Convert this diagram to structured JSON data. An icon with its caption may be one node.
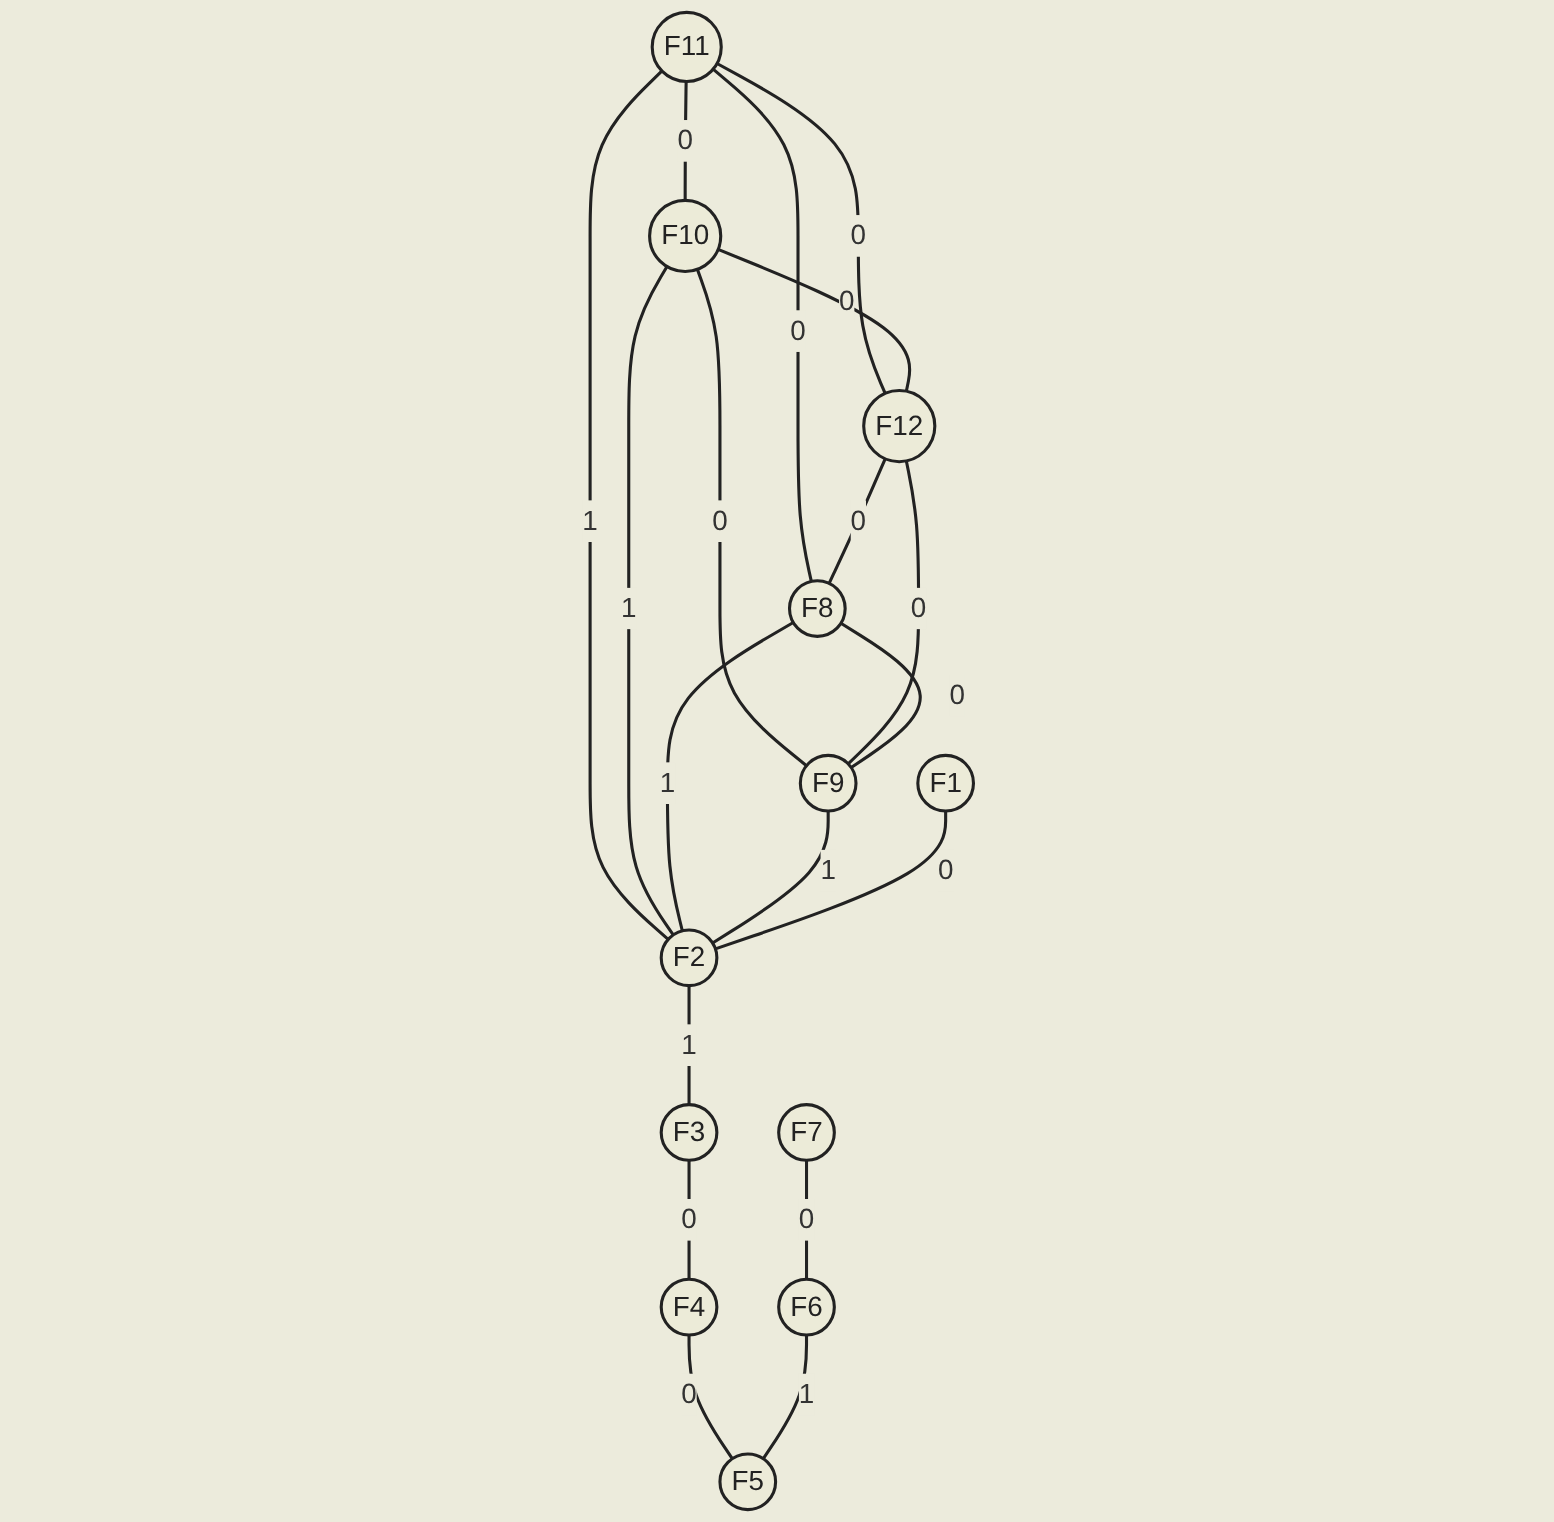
{
  "diagram": {
    "nodes": [
      {
        "text": [
          "F11"
        ]
      },
      {
        "text": [
          "F10"
        ]
      },
      {
        "text": [
          "F12"
        ]
      },
      {
        "text": [
          "F8"
        ]
      },
      {
        "text": [
          "F9"
        ]
      },
      {
        "text": [
          "F1"
        ]
      },
      {
        "text": [
          "F2"
        ]
      },
      {
        "text": [
          "F3"
        ]
      },
      {
        "text": [
          "F4"
        ]
      },
      {
        "text": [
          "F7"
        ]
      },
      {
        "text": [
          "F6"
        ]
      },
      {
        "text": [
          "F5"
        ]
      }
    ],
    "edges": [
      {
        "from": 0,
        "to": 1,
        "arrow": "none",
        "label": "0"
      },
      {
        "from": 0,
        "to": 2,
        "arrow": "none",
        "label": "0"
      },
      {
        "from": 1,
        "to": 2,
        "arrow": "none",
        "label": "0"
      },
      {
        "from": 0,
        "to": 3,
        "arrow": "none",
        "label": "0"
      },
      {
        "from": 1,
        "to": 4,
        "arrow": "none",
        "label": "0"
      },
      {
        "from": 2,
        "to": 3,
        "arrow": "none",
        "label": "0"
      },
      {
        "from": 2,
        "to": 4,
        "arrow": "none",
        "label": "0"
      },
      {
        "from": 3,
        "to": 4,
        "arrow": "none",
        "label": "0"
      },
      {
        "from": 0,
        "to": 6,
        "arrow": "none",
        "label": "1"
      },
      {
        "from": 1,
        "to": 6,
        "arrow": "none",
        "label": "1"
      },
      {
        "from": 3,
        "to": 6,
        "arrow": "none",
        "label": "1"
      },
      {
        "from": 4,
        "to": 6,
        "arrow": "none",
        "label": "1"
      },
      {
        "from": 5,
        "to": 6,
        "arrow": "none",
        "label": "0"
      },
      {
        "from": 6,
        "to": 7,
        "arrow": "none",
        "label": "1"
      },
      {
        "from": 7,
        "to": 8,
        "arrow": "none",
        "label": "0"
      },
      {
        "from": 8,
        "to": 11,
        "arrow": "none",
        "label": "0"
      },
      {
        "from": 9,
        "to": 10,
        "arrow": "none",
        "label": "0"
      },
      {
        "from": 10,
        "to": 11,
        "arrow": "none",
        "label": "1"
      }
    ]
  }
}
